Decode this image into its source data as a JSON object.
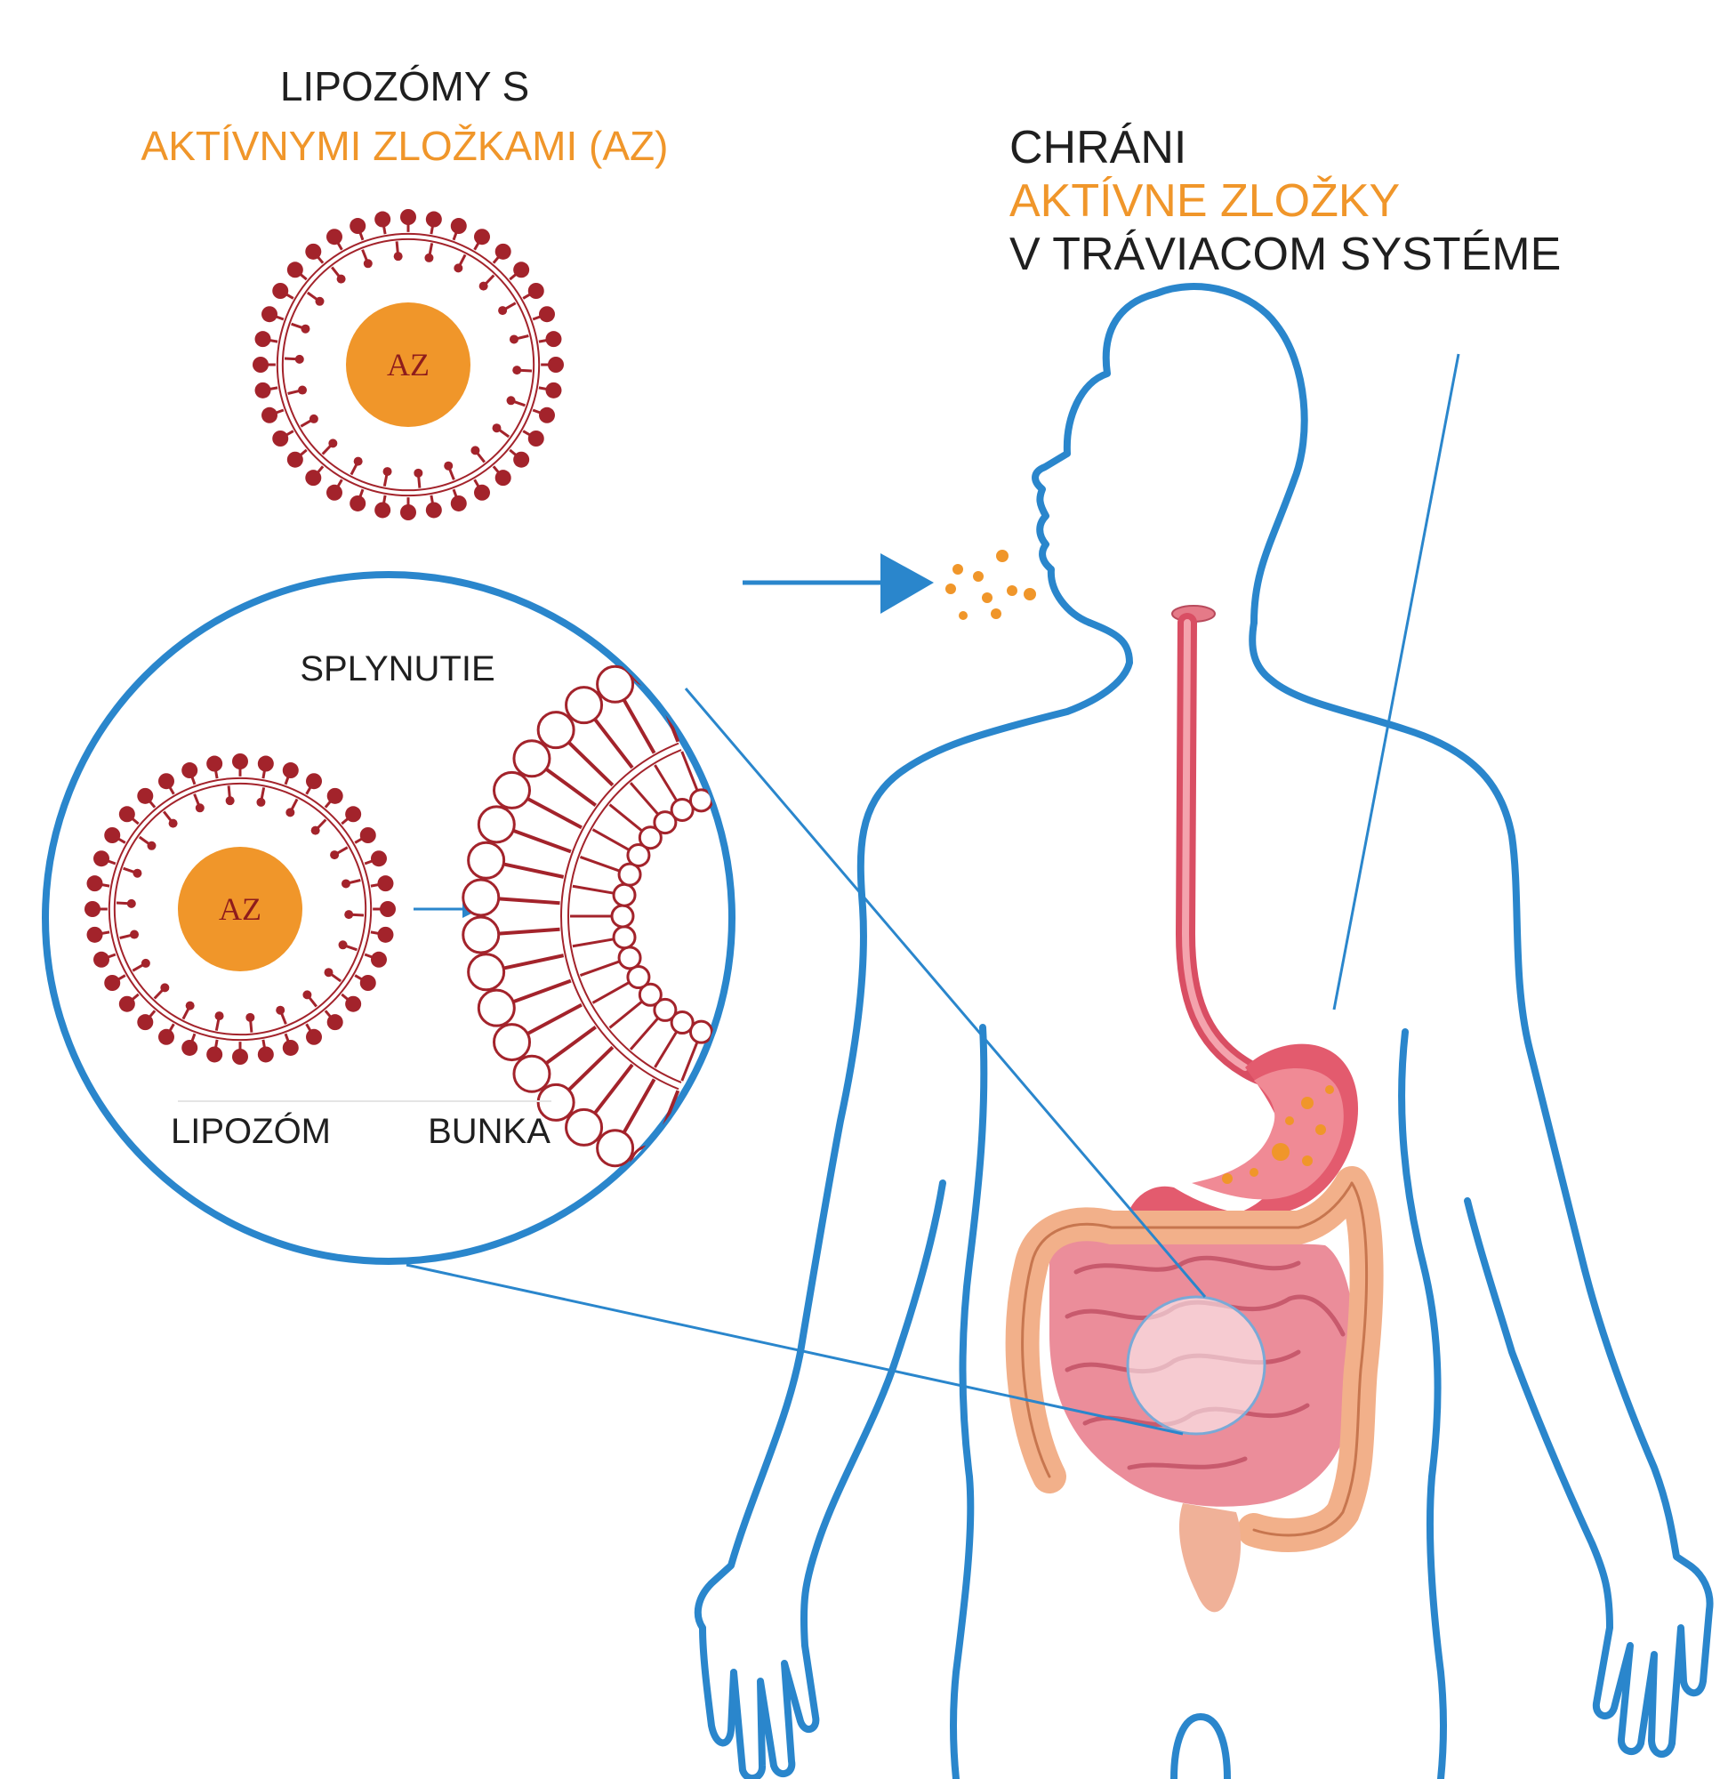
{
  "colors": {
    "outline_blue": "#2a86cc",
    "membrane_red": "#a3232b",
    "active_orange": "#f0962a",
    "text_dark": "#1f1f1f",
    "gut_pink": "#e8a0a8",
    "colon_orange": "#f2b08a"
  },
  "top_left": {
    "title_line1": "LIPOZÓMY S",
    "title_line2": "AKTÍVNYMI ZLOŽKAMI (AZ)"
  },
  "top_right": {
    "line1": "CHRÁNI",
    "line2": "AKTÍVNE ZLOŽKY",
    "line3": "V TRÁVIACOM SYSTÉME"
  },
  "liposome_top": {
    "core_label": "AZ"
  },
  "zoom_circle": {
    "title": "SPLYNUTIE",
    "core_label": "AZ",
    "label_left": "LIPOZÓM",
    "label_right": "BUNKA"
  },
  "icons": [
    "liposome-icon",
    "arrow-right-icon",
    "human-silhouette-icon",
    "esophagus-icon",
    "stomach-icon",
    "intestines-icon",
    "magnifier-circle-icon",
    "cell-membrane-icon"
  ]
}
